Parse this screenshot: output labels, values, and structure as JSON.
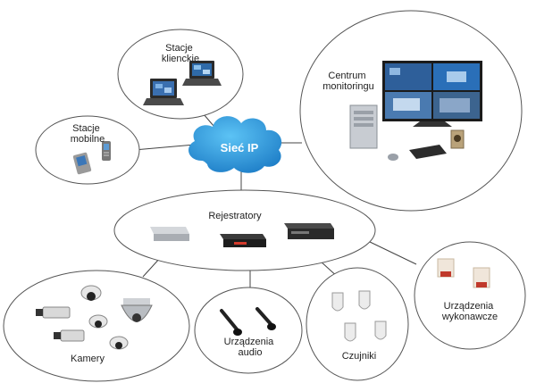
{
  "hub": {
    "label": "Sieć IP",
    "color": "#1f8fd8"
  },
  "nodes": {
    "client_stations": {
      "label_lines": [
        "Stacje",
        "klienckie"
      ],
      "icon": "laptop-icon"
    },
    "mobile_stations": {
      "label_lines": [
        "Stacje",
        "mobilne"
      ],
      "icon": "pda-icon"
    },
    "monitoring_center": {
      "label_lines": [
        "Centrum",
        "monitoringu"
      ],
      "icon": "video-wall-icon"
    },
    "recorders": {
      "label_lines": [
        "Rejestratory"
      ],
      "icon": "dvr-icon"
    },
    "cameras": {
      "label_lines": [
        "Kamery"
      ],
      "icon": "camera-icon"
    },
    "audio_devices": {
      "label_lines": [
        "Urządzenia",
        "audio"
      ],
      "icon": "microphone-icon"
    },
    "sensors": {
      "label_lines": [
        "Czujniki"
      ],
      "icon": "motion-sensor-icon"
    },
    "actuators": {
      "label_lines": [
        "Urządzenia",
        "wykonawcze"
      ],
      "icon": "siren-icon"
    }
  },
  "colors": {
    "outline": "#555555",
    "line": "#444444",
    "accent_red": "#c0392b"
  }
}
